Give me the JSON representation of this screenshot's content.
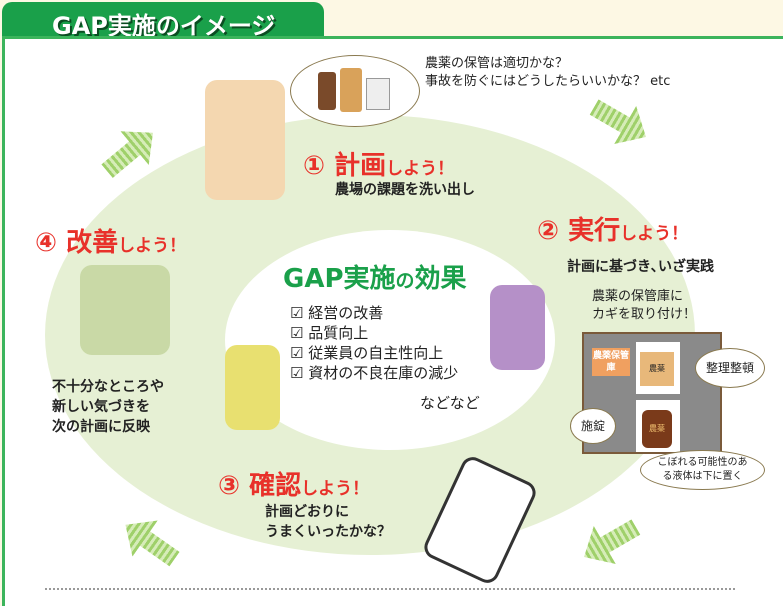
{
  "header": {
    "title": "GAP実施のイメージ"
  },
  "thought": {
    "lines": [
      "農薬の保管は適切かな？",
      "事故を防ぐにはどうしたらいいかな？ etc"
    ]
  },
  "steps": [
    {
      "num": "①",
      "label": "計画",
      "suffix": "しよう！",
      "desc": [
        "農場の課題を洗い出し"
      ]
    },
    {
      "num": "②",
      "label": "実行",
      "suffix": "しよう！",
      "desc": [
        "計画に基づき､いざ実践"
      ]
    },
    {
      "num": "③",
      "label": "確認",
      "suffix": "しよう！",
      "desc": [
        "計画どおりに",
        "うまくいったかな？"
      ]
    },
    {
      "num": "④",
      "label": "改善",
      "suffix": "しよう！",
      "desc": [
        "不十分なところや",
        "新しい気づきを",
        "次の計画に反映"
      ]
    }
  ],
  "center": {
    "title": "GAP実施",
    "title_mid": "の",
    "title_end": "効果",
    "items": [
      "経営の改善",
      "品質向上",
      "従業員の自主性向上",
      "資材の不良在庫の減少"
    ],
    "etc": "などなど"
  },
  "storage": {
    "caption": [
      "農薬の保管庫に",
      "カギを取り付け！"
    ],
    "door_label": "農薬保管庫",
    "box_label": "農薬",
    "bottle_label": "農薬",
    "bubbles": {
      "organize": "整理整頓",
      "lock": "施錠",
      "liquid": "こぼれる可能性のある液体は下に置く"
    }
  },
  "checkbox_icon": "☑",
  "colors": {
    "accent_red": "#e8312a",
    "brand_green": "#1aa04a",
    "ring": "#e6f0d4"
  }
}
